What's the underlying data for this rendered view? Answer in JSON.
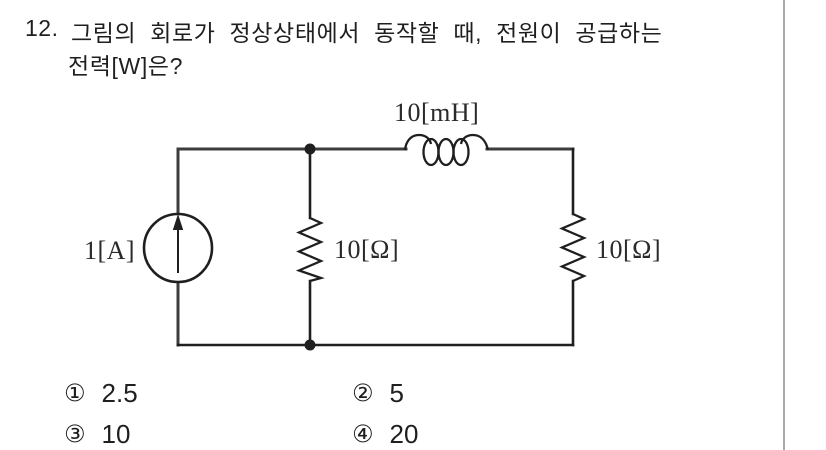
{
  "question": {
    "number": "12.",
    "line1": "그림의 회로가 정상상태에서 동작할 때, 전원이 공급하는",
    "line2": "전력[W]은?"
  },
  "circuit": {
    "current_source_label": "1[A]",
    "inductor_label": "10[mH]",
    "parallel_resistor_label": "10[Ω]",
    "load_resistor_label": "10[Ω]"
  },
  "choices": [
    {
      "marker": "①",
      "value": "2.5"
    },
    {
      "marker": "②",
      "value": "5"
    },
    {
      "marker": "③",
      "value": "10"
    },
    {
      "marker": "④",
      "value": "20"
    }
  ],
  "colors": {
    "ink": "#1f1f1f",
    "wire_gray": "#3d3d3d",
    "label": "#2a2a2a",
    "divider": "#a9a9a9",
    "background": "#ffffff"
  }
}
